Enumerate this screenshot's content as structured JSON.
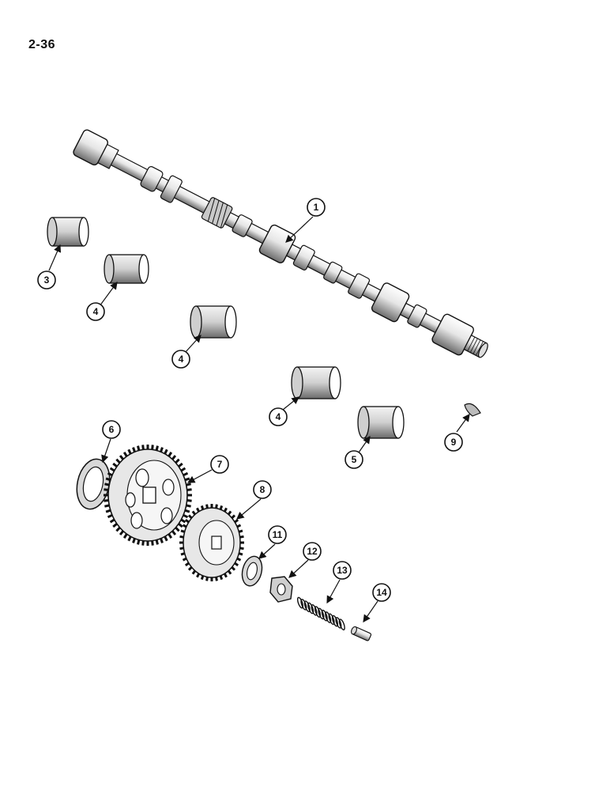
{
  "page": {
    "number": "2-36"
  },
  "parts": [
    {
      "id": "p1",
      "label": "1",
      "part": "camshaft"
    },
    {
      "id": "p3",
      "label": "3",
      "part": "bearing"
    },
    {
      "id": "p4a",
      "label": "4",
      "part": "bearing"
    },
    {
      "id": "p4b",
      "label": "4",
      "part": "bearing"
    },
    {
      "id": "p4c",
      "label": "4",
      "part": "bearing"
    },
    {
      "id": "p5",
      "label": "5",
      "part": "bearing"
    },
    {
      "id": "p6",
      "label": "6",
      "part": "thrust-washer"
    },
    {
      "id": "p7",
      "label": "7",
      "part": "large-gear"
    },
    {
      "id": "p8",
      "label": "8",
      "part": "small-gear"
    },
    {
      "id": "p9",
      "label": "9",
      "part": "woodruff-key"
    },
    {
      "id": "p11",
      "label": "11",
      "part": "washer"
    },
    {
      "id": "p12",
      "label": "12",
      "part": "hex-nut"
    },
    {
      "id": "p13",
      "label": "13",
      "part": "spring"
    },
    {
      "id": "p14",
      "label": "14",
      "part": "pin"
    }
  ],
  "colors": {
    "ink": "#111111",
    "paper": "#ffffff",
    "shade": "#9a9a9a"
  }
}
